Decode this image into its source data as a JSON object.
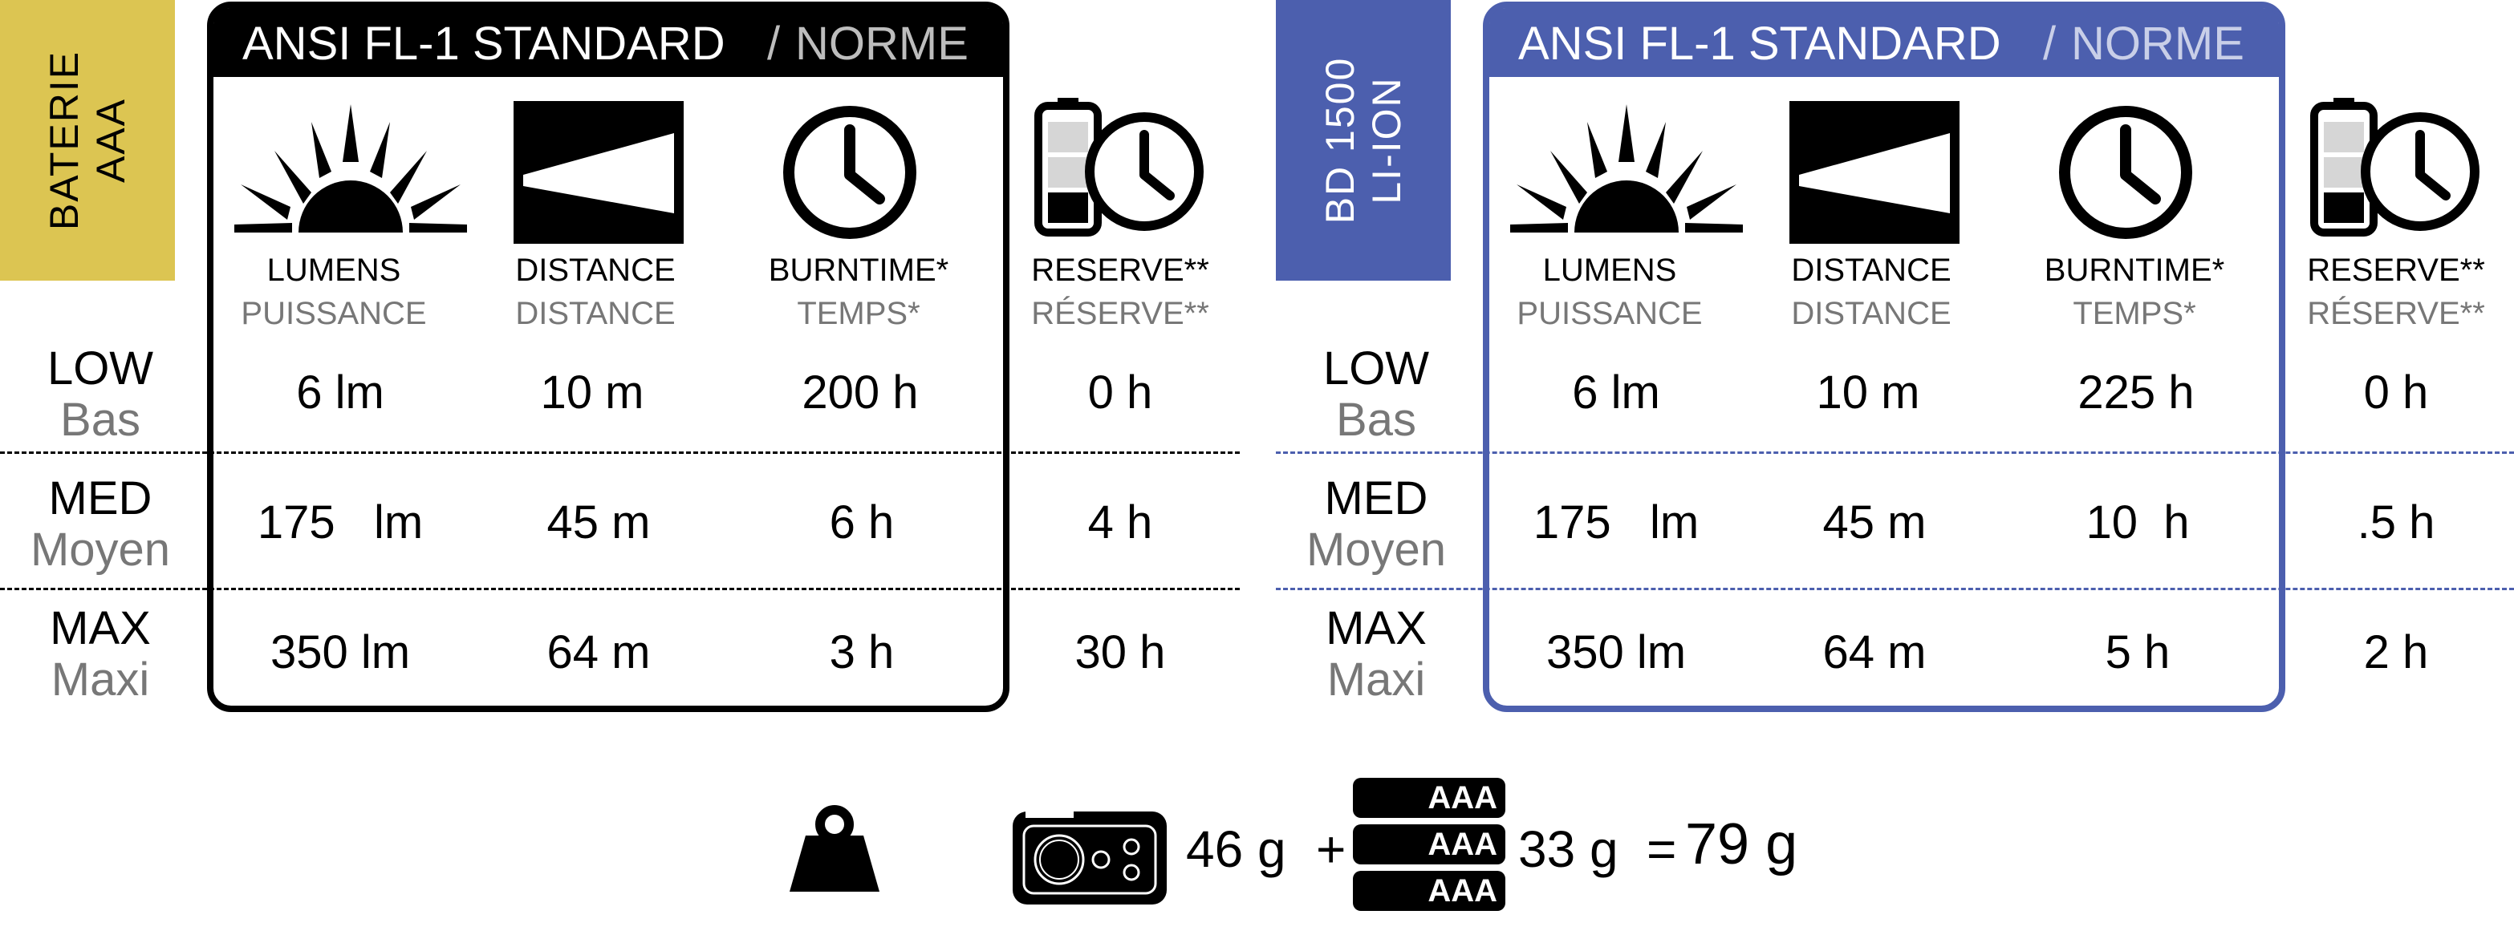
{
  "colors": {
    "tag_left": "#dcc552",
    "tag_right": "#4c5fae",
    "box_left": "#000000",
    "box_right": "#4c5fae",
    "text_secondary": "#777777"
  },
  "panels": [
    {
      "tag_lines": [
        "BATERIE",
        "AAA"
      ],
      "title_main": "ANSI FL-1 STANDARD",
      "title_slash": "/",
      "title_alt": "NORME",
      "headers": [
        {
          "en": "LUMENS",
          "fr": "PUISSANCE",
          "icon": "sun-rays-icon"
        },
        {
          "en": "DISTANCE",
          "fr": "DISTANCE",
          "icon": "beam-distance-icon"
        },
        {
          "en": "BURNTIME*",
          "fr": "TEMPS*",
          "icon": "clock-icon"
        },
        {
          "en": "RESERVE**",
          "fr": "RÉSERVE**",
          "icon": "battery-clock-icon"
        }
      ],
      "rows": [
        {
          "mode_en": "LOW",
          "mode_fr": "Bas",
          "values": [
            "6 lm",
            "10 m",
            "200 h",
            "0 h"
          ]
        },
        {
          "mode_en": "MED",
          "mode_fr": "Moyen",
          "values": [
            "175   lm",
            "45 m",
            "6 h",
            "4 h"
          ]
        },
        {
          "mode_en": "MAX",
          "mode_fr": "Maxi",
          "values": [
            "350 lm",
            "64 m",
            "3 h",
            "30 h"
          ]
        }
      ]
    },
    {
      "tag_lines": [
        "BD 1500",
        "LI-ION"
      ],
      "title_main": "ANSI FL-1 STANDARD",
      "title_slash": "/",
      "title_alt": "NORME",
      "headers": [
        {
          "en": "LUMENS",
          "fr": "PUISSANCE",
          "icon": "sun-rays-icon"
        },
        {
          "en": "DISTANCE",
          "fr": "DISTANCE",
          "icon": "beam-distance-icon"
        },
        {
          "en": "BURNTIME*",
          "fr": "TEMPS*",
          "icon": "clock-icon"
        },
        {
          "en": "RESERVE**",
          "fr": "RÉSERVE**",
          "icon": "battery-clock-icon"
        }
      ],
      "rows": [
        {
          "mode_en": "LOW",
          "mode_fr": "Bas",
          "values": [
            "6 lm",
            "10 m",
            "225 h",
            "0 h"
          ]
        },
        {
          "mode_en": "MED",
          "mode_fr": "Moyen",
          "values": [
            "175   lm",
            "45 m",
            "10  h",
            ".5 h"
          ]
        },
        {
          "mode_en": "MAX",
          "mode_fr": "Maxi",
          "values": [
            "350 lm",
            "64 m",
            "5 h",
            "2 h"
          ]
        }
      ]
    }
  ],
  "weight": {
    "icon": "weight-icon",
    "headlamp_icon": "headlamp-icon",
    "headlamp_weight": "46 g",
    "plus": "+",
    "battery_label": "AAA",
    "battery_weight": "33 g",
    "equals": "=",
    "total": "79 g"
  }
}
